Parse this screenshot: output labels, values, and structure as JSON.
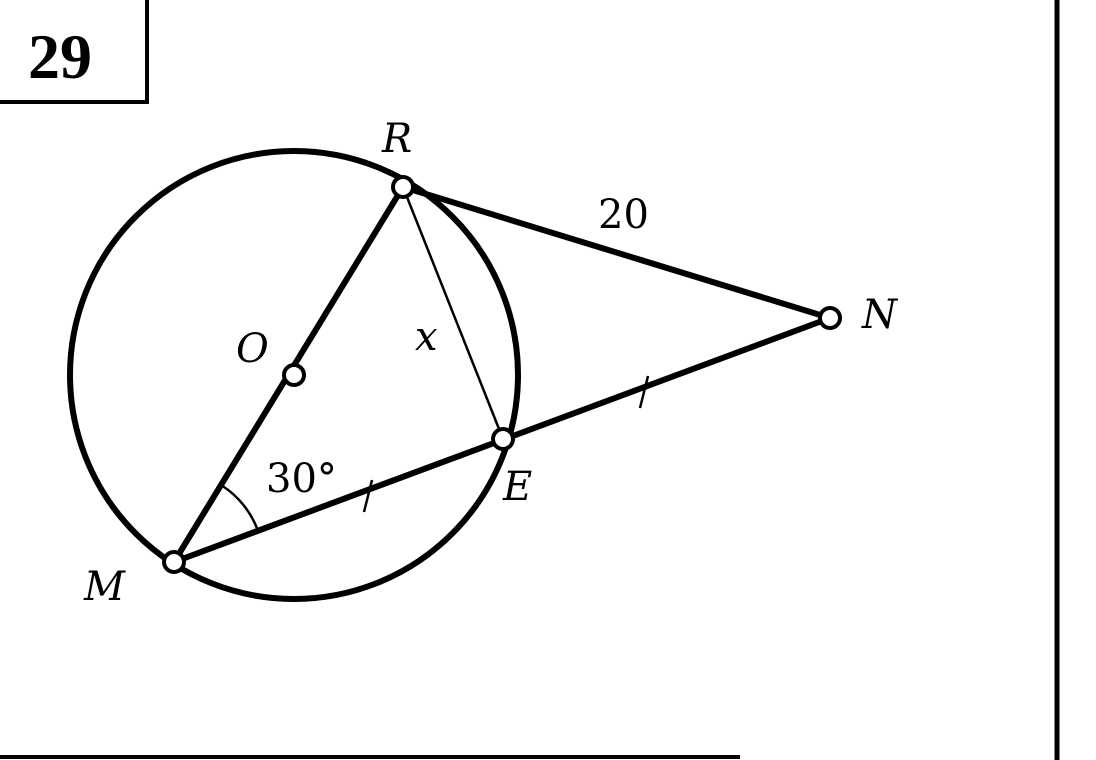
{
  "problem_number": "29",
  "points": {
    "R": "R",
    "O": "O",
    "M": "M",
    "E": "E",
    "N": "N"
  },
  "labels": {
    "segment_RN": "20",
    "segment_RE": "x",
    "angle_RME": "30°"
  },
  "colors": {
    "ink": "#000000",
    "background": "#ffffff"
  }
}
